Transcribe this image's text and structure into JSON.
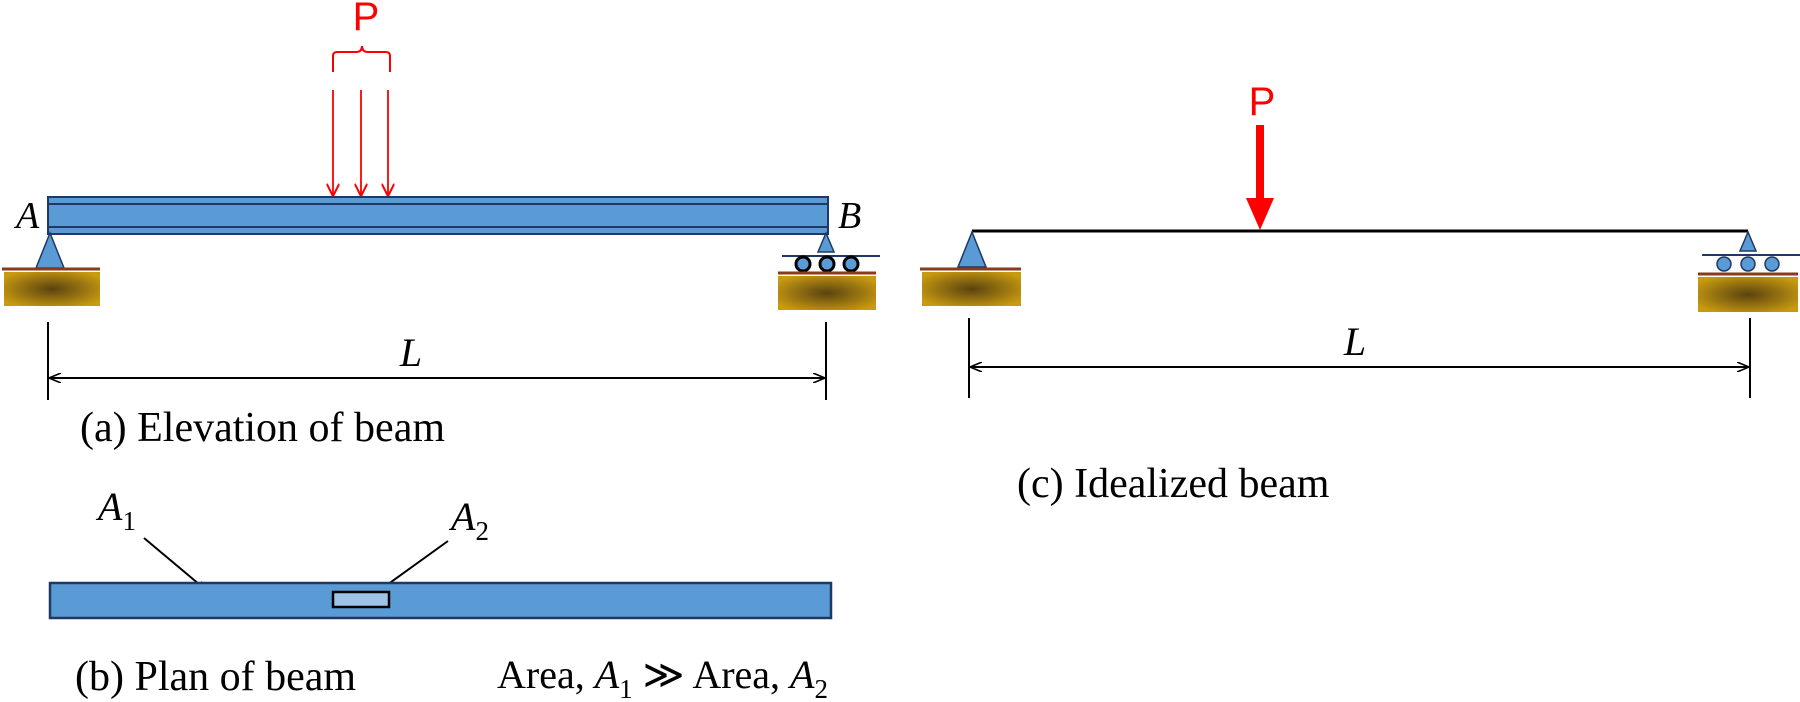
{
  "colors": {
    "beam_fill": "#5b9bd5",
    "beam_stroke": "#1f3864",
    "load": "#ff0000",
    "ground_ledge": "#8b3a1a",
    "ground_block_center": "#5a4310",
    "ground_block_edge": "#c89a10",
    "line": "#000000"
  },
  "icons": {
    "pin_support": "triangle-pin-support",
    "roller_support": "triangle-on-three-rollers",
    "load_arrow": "downward-arrow"
  },
  "panel_a": {
    "load_label": "P",
    "end_left_label": "A",
    "end_right_label": "B",
    "span_label": "L",
    "caption": "(a) Elevation of beam"
  },
  "panel_b": {
    "area1_label": "A",
    "area1_sub": "1",
    "area2_label": "A",
    "area2_sub": "2",
    "caption": "(b) Plan of beam",
    "relation": {
      "prefix": "Area, ",
      "sym1": "A",
      "sub1": "1",
      "op": " ≫ ",
      "mid": "Area, ",
      "sym2": "A",
      "sub2": "2"
    }
  },
  "panel_c": {
    "load_label": "P",
    "span_label": "L",
    "caption": "(c) Idealized beam"
  }
}
